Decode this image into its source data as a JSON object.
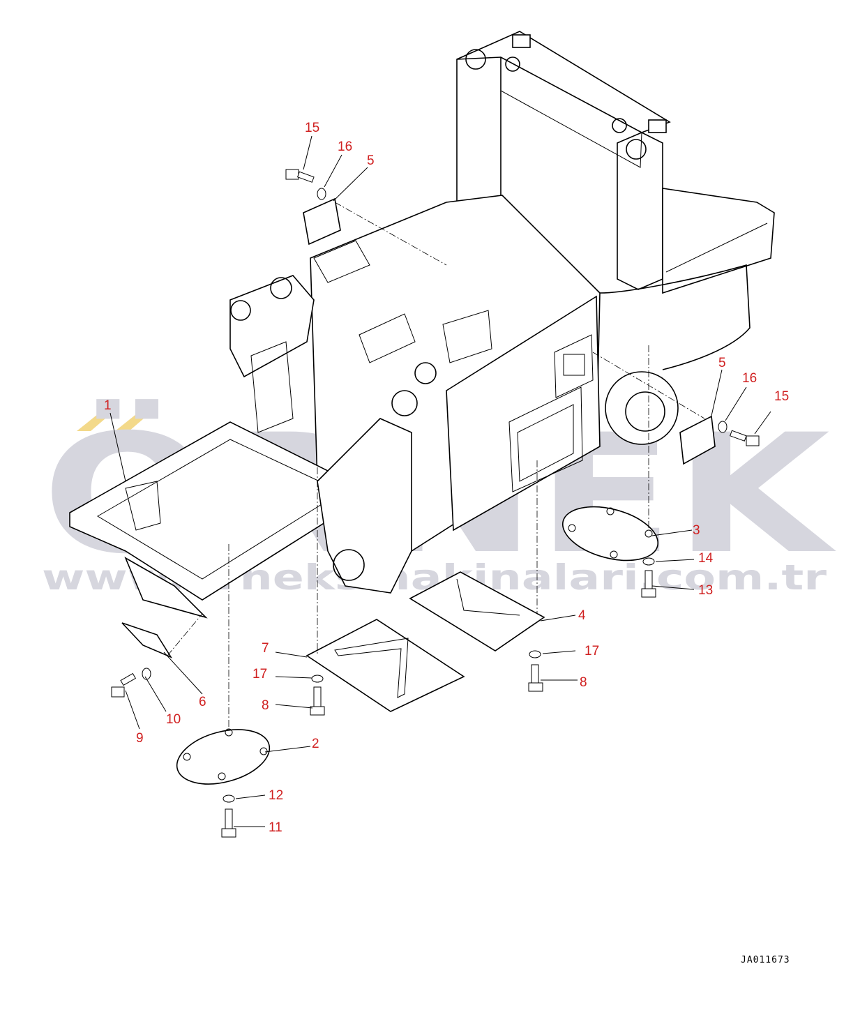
{
  "watermark": {
    "brand": "ÖRNEK",
    "url": "www.orneksmakinalari.com.tr"
  },
  "drawing_code": "JA011673",
  "callouts": [
    {
      "id": "c1",
      "label": "1"
    },
    {
      "id": "c2",
      "label": "2"
    },
    {
      "id": "c3",
      "label": "3"
    },
    {
      "id": "c4",
      "label": "4"
    },
    {
      "id": "c5a",
      "label": "5"
    },
    {
      "id": "c5b",
      "label": "5"
    },
    {
      "id": "c6",
      "label": "6"
    },
    {
      "id": "c7",
      "label": "7"
    },
    {
      "id": "c8a",
      "label": "8"
    },
    {
      "id": "c8b",
      "label": "8"
    },
    {
      "id": "c9",
      "label": "9"
    },
    {
      "id": "c10",
      "label": "10"
    },
    {
      "id": "c11",
      "label": "11"
    },
    {
      "id": "c12",
      "label": "12"
    },
    {
      "id": "c13",
      "label": "13"
    },
    {
      "id": "c14",
      "label": "14"
    },
    {
      "id": "c15a",
      "label": "15"
    },
    {
      "id": "c15b",
      "label": "15"
    },
    {
      "id": "c16a",
      "label": "16"
    },
    {
      "id": "c16b",
      "label": "16"
    },
    {
      "id": "c17a",
      "label": "17"
    },
    {
      "id": "c17b",
      "label": "17"
    }
  ],
  "colors": {
    "callout": "#d02020",
    "watermark": "#d6d6de",
    "watermark_accent": "#f3d98a",
    "linework": "#000000"
  }
}
